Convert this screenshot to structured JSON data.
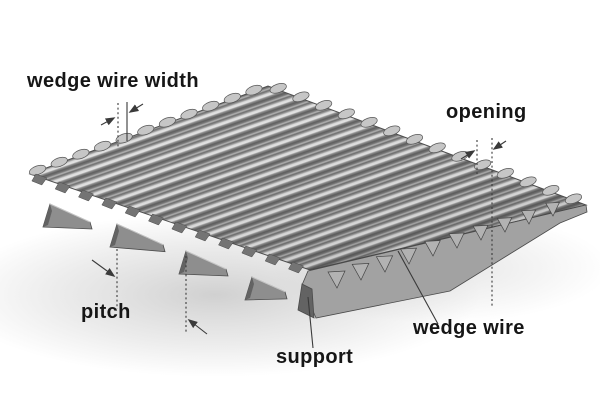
{
  "figure": {
    "title": "wedge wire screen diagram",
    "background_color": "#ffffff",
    "label_color": "#161616",
    "annotation_color": "#3a3a3a",
    "labels": {
      "wedge_wire_width": "wedge wire width",
      "opening": "opening",
      "pitch": "pitch",
      "support": "support",
      "wedge_wire": "wedge wire"
    },
    "materials": {
      "wire_highlight": "#e2e2e2",
      "wire_mid": "#8f8f8f",
      "wire_shadow": "#5f5f5f",
      "wire_tip": "#c6c6c6",
      "wire_end_face": "#747474",
      "tooth_face": "#b2b2b2",
      "support_face": "#8e8e8e",
      "support_side": "#636363",
      "support_band": "#a2a2a2",
      "shadow_tint": "#9a9a9a",
      "edge_stroke": "#4c4c4c"
    }
  }
}
